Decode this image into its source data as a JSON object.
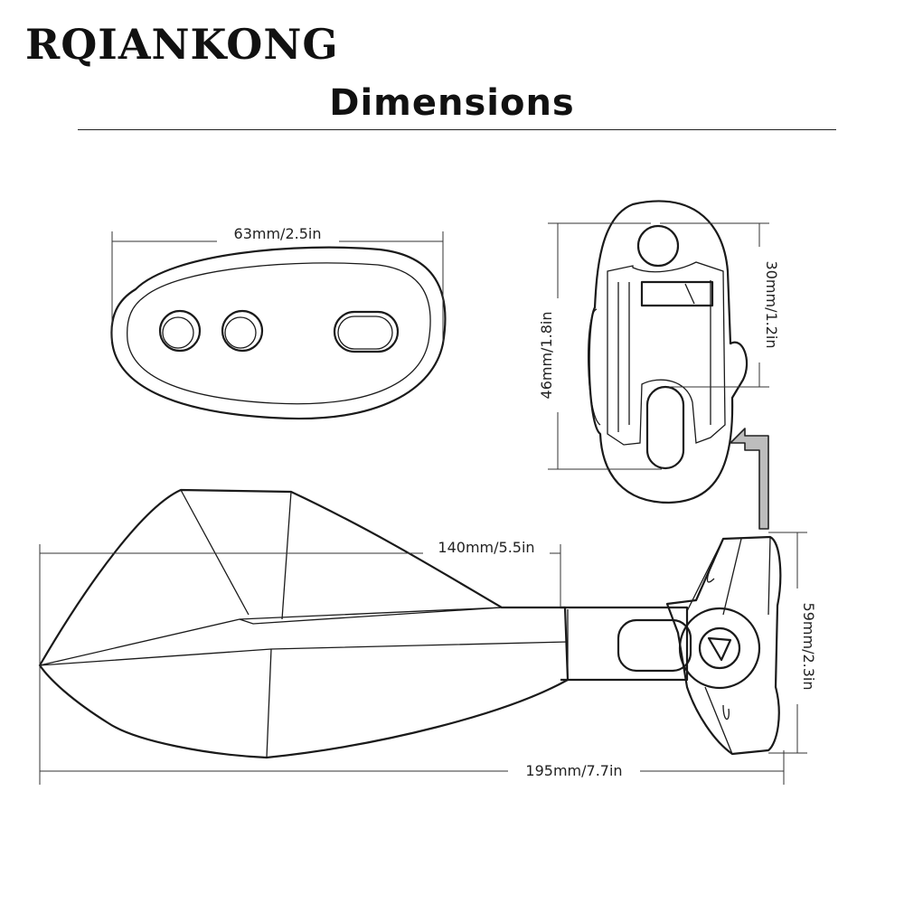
{
  "brand": "RQIANKONG",
  "title": "Dimensions",
  "dimensions": {
    "base_width": "63mm/2.5in",
    "clamp_height": "46mm/1.8in",
    "clamp_upper": "30mm/1.2in",
    "mirror_length": "140mm/5.5in",
    "overall_length": "195mm/7.7in",
    "mount_height": "59mm/2.3in"
  }
}
